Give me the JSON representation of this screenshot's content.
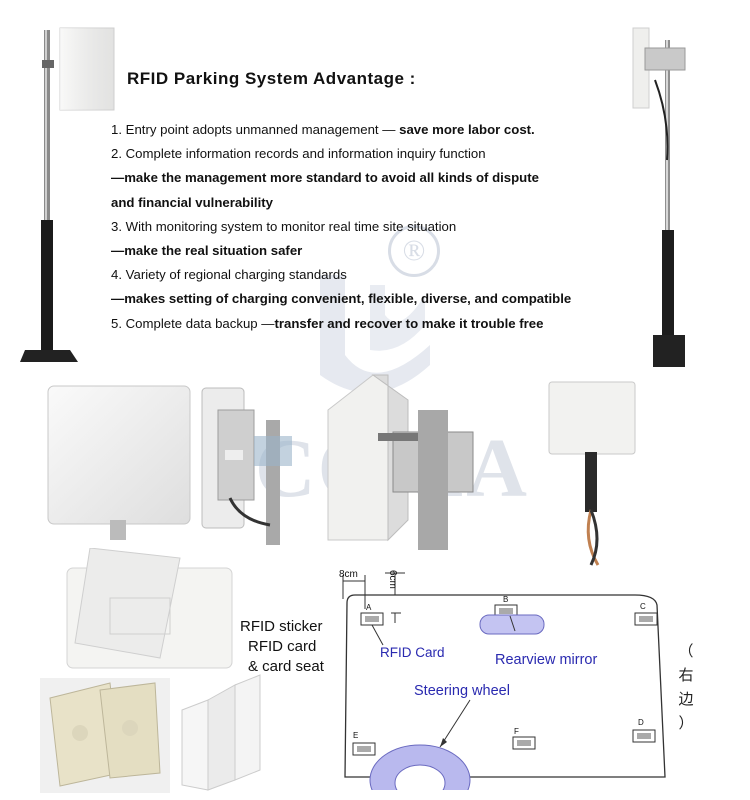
{
  "title": "RFID Parking System Advantage :",
  "advantages": [
    {
      "text": "1. Entry point adopts unmanned management — ",
      "bold": "save more labor cost."
    },
    {
      "text": "2. Complete information records and information inquiry function",
      "bold": ""
    },
    {
      "text": "",
      "bold": "—make the management more standard to avoid all kinds of dispute"
    },
    {
      "text": "",
      "bold": "and financial vulnerability"
    },
    {
      "text": "3. With monitoring system to monitor real time site situation",
      "bold": ""
    },
    {
      "text": "",
      "bold": "—make the real situation safer"
    },
    {
      "text": "4. Variety of regional charging standards",
      "bold": ""
    },
    {
      "text": "",
      "bold": "—makes setting of charging convenient, flexible, diverse, and compatible"
    },
    {
      "text": "5. Complete data backup —",
      "bold": "transfer and recover to make it trouble free"
    }
  ],
  "watermark": {
    "symbol": "®",
    "text": "COMA"
  },
  "product_labels": [
    "RFID sticker",
    "RFID card",
    "& card seat"
  ],
  "diagram": {
    "dim_8cm": "8cm",
    "dim_6cm": "6cm",
    "points": [
      "A",
      "B",
      "C",
      "D",
      "E",
      "F"
    ],
    "rfid_card": "RFID Card",
    "rearview_mirror": "Rearview mirror",
    "steering_wheel": "Steering wheel",
    "side_label": [
      "（",
      "右",
      "边",
      "）"
    ],
    "colors": {
      "mirror": "#c4c4f2",
      "wheel": "#b9b9ee",
      "label": "#2a2ab0"
    }
  }
}
